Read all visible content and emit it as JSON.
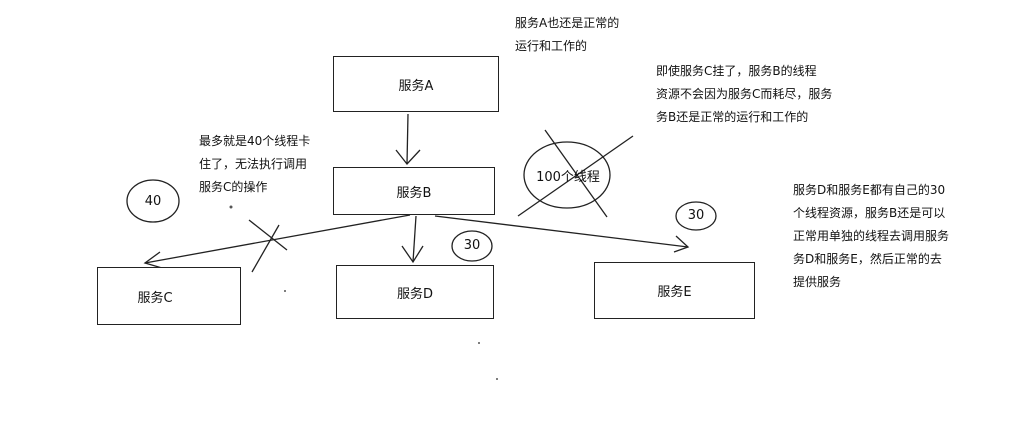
{
  "boxes": {
    "a": "服务A",
    "b": "服务B",
    "c": "服务C",
    "d": "服务D",
    "e": "服务E"
  },
  "notes": {
    "service_a": "服务A也还是正常的\n运行和工作的",
    "service_b": "即使服务C挂了，服务B的线程\n资源不会因为服务C而耗尽，服务\n务B还是正常的运行和工作的",
    "service_c": "最多就是40个线程卡\n住了，无法执行调用\n服务C的操作",
    "service_de": "服务D和服务E都有自己的30\n个线程资源，服务B还是可以\n正常用单独的线程去调用服务\n务D和服务E，然后正常的去\n提供服务"
  },
  "circles": {
    "pool_b": "100个线程",
    "pool_c": "40",
    "pool_d": "30",
    "pool_e": "30"
  }
}
